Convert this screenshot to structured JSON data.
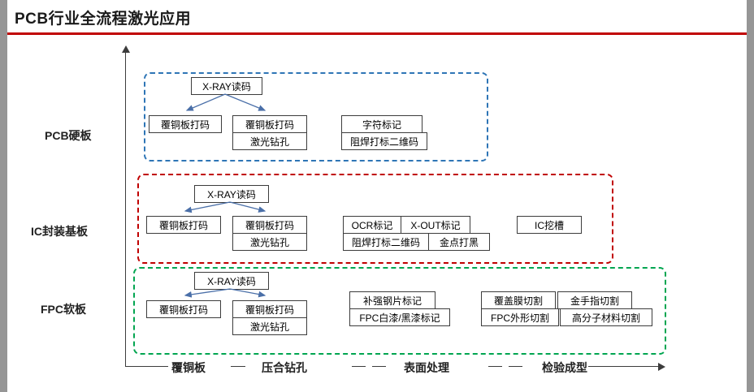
{
  "title": "PCB行业全流程激光应用",
  "colors": {
    "rule": "#C00000",
    "arrow": "#4a6fa8",
    "band_pcb": "#2E75B6",
    "band_ic": "#C00000",
    "band_fpc": "#00A550"
  },
  "axis": {
    "labels": [
      "覆铜板",
      "压合钻孔",
      "表面处理",
      "检验成型"
    ]
  },
  "bands": [
    {
      "row_label": "PCB硬板",
      "color": "#2E75B6",
      "boxes": {
        "xray": "X-RAY读码",
        "ccl_mark_1": "覆铜板打码",
        "ccl_mark_2": "覆铜板打码",
        "laser_drill": "激光钻孔",
        "char_mark": "字符标记",
        "solder_qr": "阻焊打标二维码"
      }
    },
    {
      "row_label": "IC封装基板",
      "color": "#C00000",
      "boxes": {
        "xray": "X-RAY读码",
        "ccl_mark_1": "覆铜板打码",
        "ccl_mark_2": "覆铜板打码",
        "laser_drill": "激光钻孔",
        "ocr_mark": "OCR标记",
        "xout_mark": "X-OUT标记",
        "solder_qr": "阻焊打标二维码",
        "gold_dot_black": "金点打黑",
        "ic_groove": "IC挖槽"
      }
    },
    {
      "row_label": "FPC软板",
      "color": "#00A550",
      "boxes": {
        "xray": "X-RAY读码",
        "ccl_mark_1": "覆铜板打码",
        "ccl_mark_2": "覆铜板打码",
        "laser_drill": "激光钻孔",
        "stiffener_mark": "补强钢片标记",
        "fpc_paint_mark": "FPC白漆/黑漆标记",
        "coverlay_cut": "覆盖膜切割",
        "gold_finger_cut": "金手指切割",
        "fpc_outline_cut": "FPC外形切割",
        "polymer_cut": "高分子材料切割"
      }
    }
  ]
}
